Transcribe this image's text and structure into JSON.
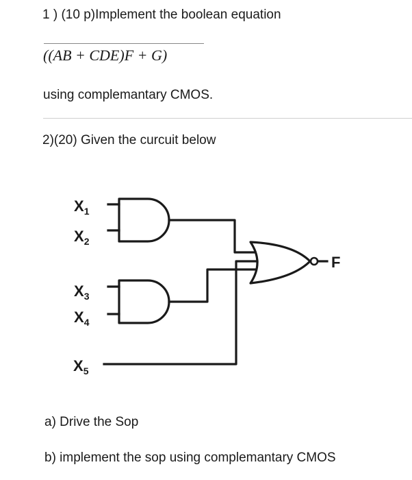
{
  "q1": {
    "heading": "1 ) (10 p)Implement the boolean equation",
    "equation": "((AB + CDE)F + G)",
    "tail": "using complemantary CMOS."
  },
  "q2": {
    "heading": "2)(20) Given the curcuit below",
    "part_a": "a) Drive the Sop",
    "part_b": "b) implement the sop using complemantary CMOS"
  },
  "circuit": {
    "inputs": [
      "X",
      "X",
      "X",
      "X",
      "X"
    ],
    "subscripts": [
      "1",
      "2",
      "3",
      "4",
      "5"
    ],
    "output": "F"
  }
}
